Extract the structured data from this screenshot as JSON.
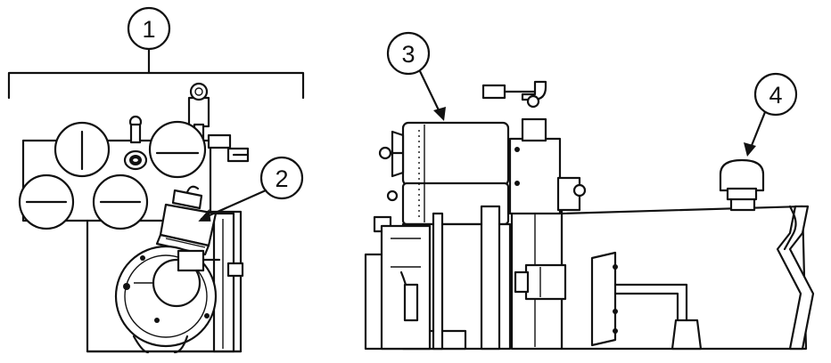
{
  "diagram": {
    "callouts": [
      {
        "id": "1",
        "label": "1"
      },
      {
        "id": "2",
        "label": "2"
      },
      {
        "id": "3",
        "label": "3"
      },
      {
        "id": "4",
        "label": "4"
      }
    ],
    "views": [
      "front-view",
      "side-view"
    ]
  }
}
